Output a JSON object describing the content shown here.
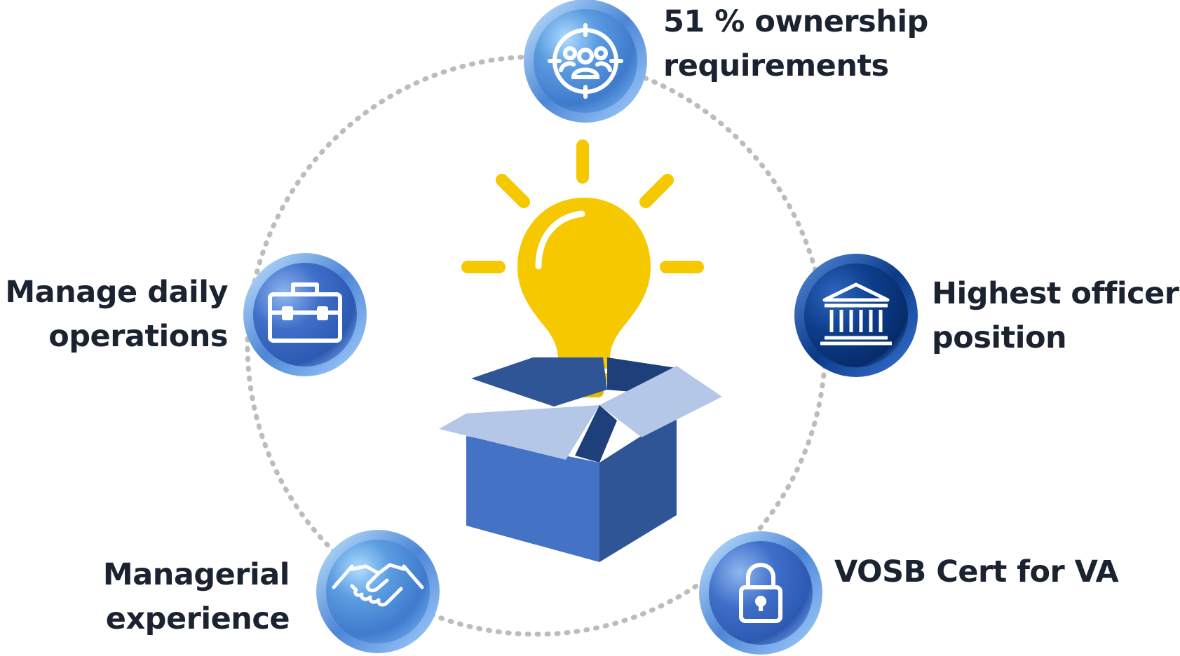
{
  "nodes": [
    {
      "id": "ownership",
      "icon": "team-target-icon",
      "lines": [
        "51 % ownership",
        "requirements"
      ]
    },
    {
      "id": "officer",
      "icon": "bank-building-icon",
      "lines": [
        "Highest officer",
        "position"
      ]
    },
    {
      "id": "vosb",
      "icon": "padlock-icon",
      "lines": [
        "VOSB Cert for VA"
      ]
    },
    {
      "id": "managerial",
      "icon": "handshake-icon",
      "lines": [
        "Managerial",
        "experience"
      ]
    },
    {
      "id": "daily",
      "icon": "briefcase-icon",
      "lines": [
        "Manage daily",
        "operations"
      ]
    }
  ],
  "center": {
    "icon": "lightbulb-box-icon"
  },
  "colors": {
    "text": "#1b2230",
    "ring": "#bcbcbc",
    "bulb": "#f5c800",
    "box_front": "#4472c4",
    "box_side": "#2f5597",
    "box_flap": "#b4c7e7",
    "navy": "#0b3f8a"
  }
}
